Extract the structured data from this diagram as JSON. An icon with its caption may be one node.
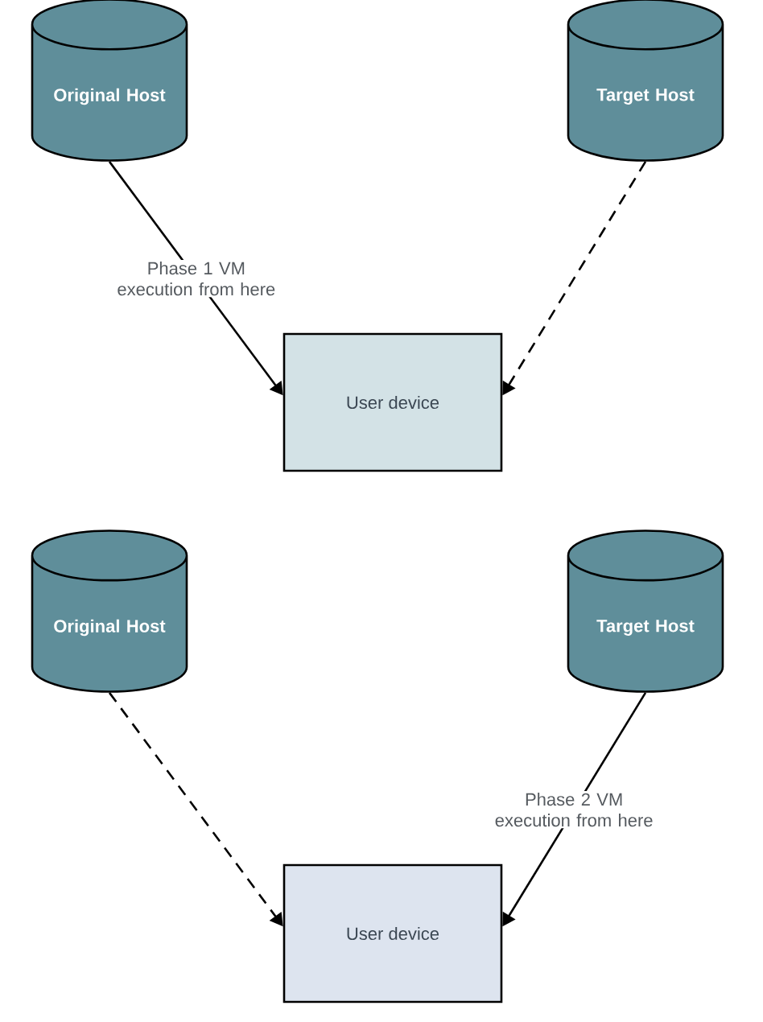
{
  "diagram": {
    "nodes": [
      {
        "text": [
          "Original Host"
        ]
      },
      {
        "text": [
          "Target Host"
        ]
      },
      {
        "text": [
          "User device"
        ]
      },
      {
        "text": [
          "Original Host"
        ]
      },
      {
        "text": [
          "Target Host"
        ]
      },
      {
        "text": [
          "User device"
        ]
      }
    ],
    "edges": [
      {
        "from": 0,
        "to": 2,
        "arrow": "to",
        "label": "Phase 1 VM execution from here"
      },
      {
        "from": 1,
        "to": 2,
        "arrow": "to",
        "style": "dashed"
      },
      {
        "from": 3,
        "to": 5,
        "arrow": "to",
        "style": "dashed"
      },
      {
        "from": 4,
        "to": 5,
        "arrow": "to",
        "label": "Phase 2 VM execution from here"
      }
    ]
  }
}
